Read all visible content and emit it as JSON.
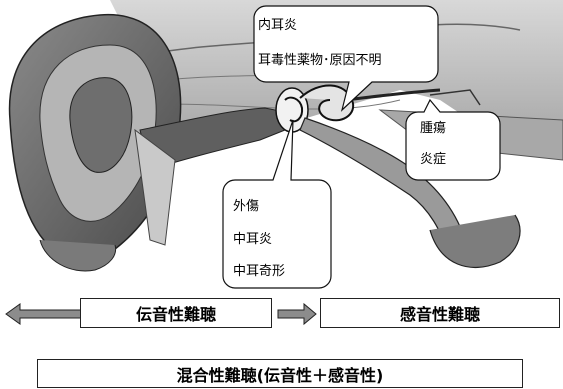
{
  "labels": {
    "inner_ear": [
      "内耳炎",
      "耳毒性薬物･原因不明"
    ],
    "retrocochlear": [
      "腫瘍",
      "炎症"
    ],
    "middle_ear": [
      "外傷",
      "中耳炎",
      "中耳奇形"
    ]
  },
  "bar": {
    "conductive": "伝音性難聴",
    "sensorineural": "感音性難聴",
    "mixed": "混合性難聴(伝音性＋感音性)"
  }
}
